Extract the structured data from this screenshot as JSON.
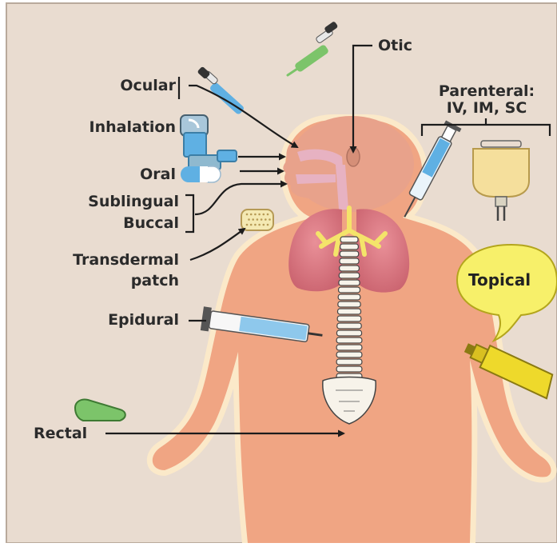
{
  "colors": {
    "background_panel": "#e9dcd0",
    "body_fill": "#f0a583",
    "body_glow": "#fbe9c9",
    "head_fill": "#e8a28b",
    "lungs": "#d9757e",
    "airway": "#e7b2c2",
    "bronchi": "#f4e46a",
    "spine": "#f7f3ea",
    "topical_bubble": "#f7f06a",
    "drug_blue": "#5fb0e3",
    "drug_green": "#7cc46a",
    "drug_yellow": "#eed92b",
    "iv_bag": "#f5df9c",
    "arrow": "#1c1c1c"
  },
  "labels": {
    "otic": "Otic",
    "ocular": "Ocular",
    "parenteral_line1": "Parenteral:",
    "parenteral_line2": "IV, IM, SC",
    "inhalation": "Inhalation",
    "oral": "Oral",
    "sublingual": "Sublingual",
    "buccal": "Buccal",
    "transdermal_line1": "Transdermal",
    "transdermal_line2": "patch",
    "topical": "Topical",
    "epidural": "Epidural",
    "rectal": "Rectal"
  },
  "icons": [
    "ear-dropper-icon",
    "eye-dropper-icon",
    "inhaler-icon",
    "oral-capsule-icon",
    "transdermal-patch-icon",
    "iv-syringe-icon",
    "iv-bag-icon",
    "epidural-syringe-icon",
    "topical-cream-tube-icon",
    "suppository-icon"
  ]
}
